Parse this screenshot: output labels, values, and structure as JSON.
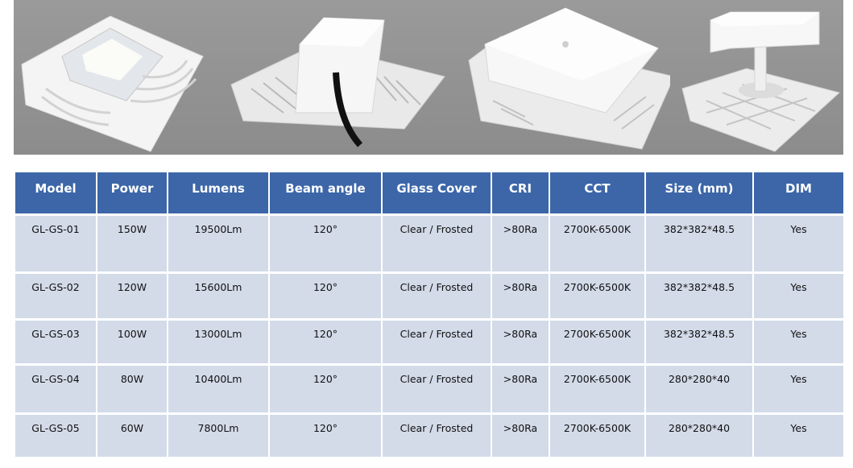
{
  "table": {
    "headers": [
      "Model",
      "Power",
      "Lumens",
      "Beam angle",
      "Glass Cover",
      "CRI",
      "CCT",
      "Size  (mm)",
      "DIM"
    ],
    "rows": [
      [
        "GL-GS-01",
        "150W",
        "19500Lm",
        "120°",
        "Clear  /  Frosted",
        ">80Ra",
        "2700K-6500K",
        "382*382*48.5",
        "Yes"
      ],
      [
        "GL-GS-02",
        "120W",
        "15600Lm",
        "120°",
        "Clear  /  Frosted",
        ">80Ra",
        "2700K-6500K",
        "382*382*48.5",
        "Yes"
      ],
      [
        "GL-GS-03",
        "100W",
        "13000Lm",
        "120°",
        "Clear  /  Frosted",
        ">80Ra",
        "2700K-6500K",
        "382*382*48.5",
        "Yes"
      ],
      [
        "GL-GS-04",
        "80W",
        "10400Lm",
        "120°",
        "Clear  /  Frosted",
        ">80Ra",
        "2700K-6500K",
        "280*280*40",
        "Yes"
      ],
      [
        "GL-GS-05",
        "60W",
        "7800Lm",
        "120°",
        "Clear  /  Frosted",
        ">80Ra",
        "2700K-6500K",
        "280*280*40",
        "Yes"
      ]
    ]
  },
  "colors": {
    "header_bg": "#3c66a8",
    "row_bg": "#d3dbe9",
    "banner_bg": "#929292"
  },
  "images": [
    {
      "icon": "canopy-light-front-image"
    },
    {
      "icon": "canopy-light-driver-box-image"
    },
    {
      "icon": "canopy-light-top-housing-image"
    },
    {
      "icon": "canopy-light-pole-mount-image"
    }
  ]
}
